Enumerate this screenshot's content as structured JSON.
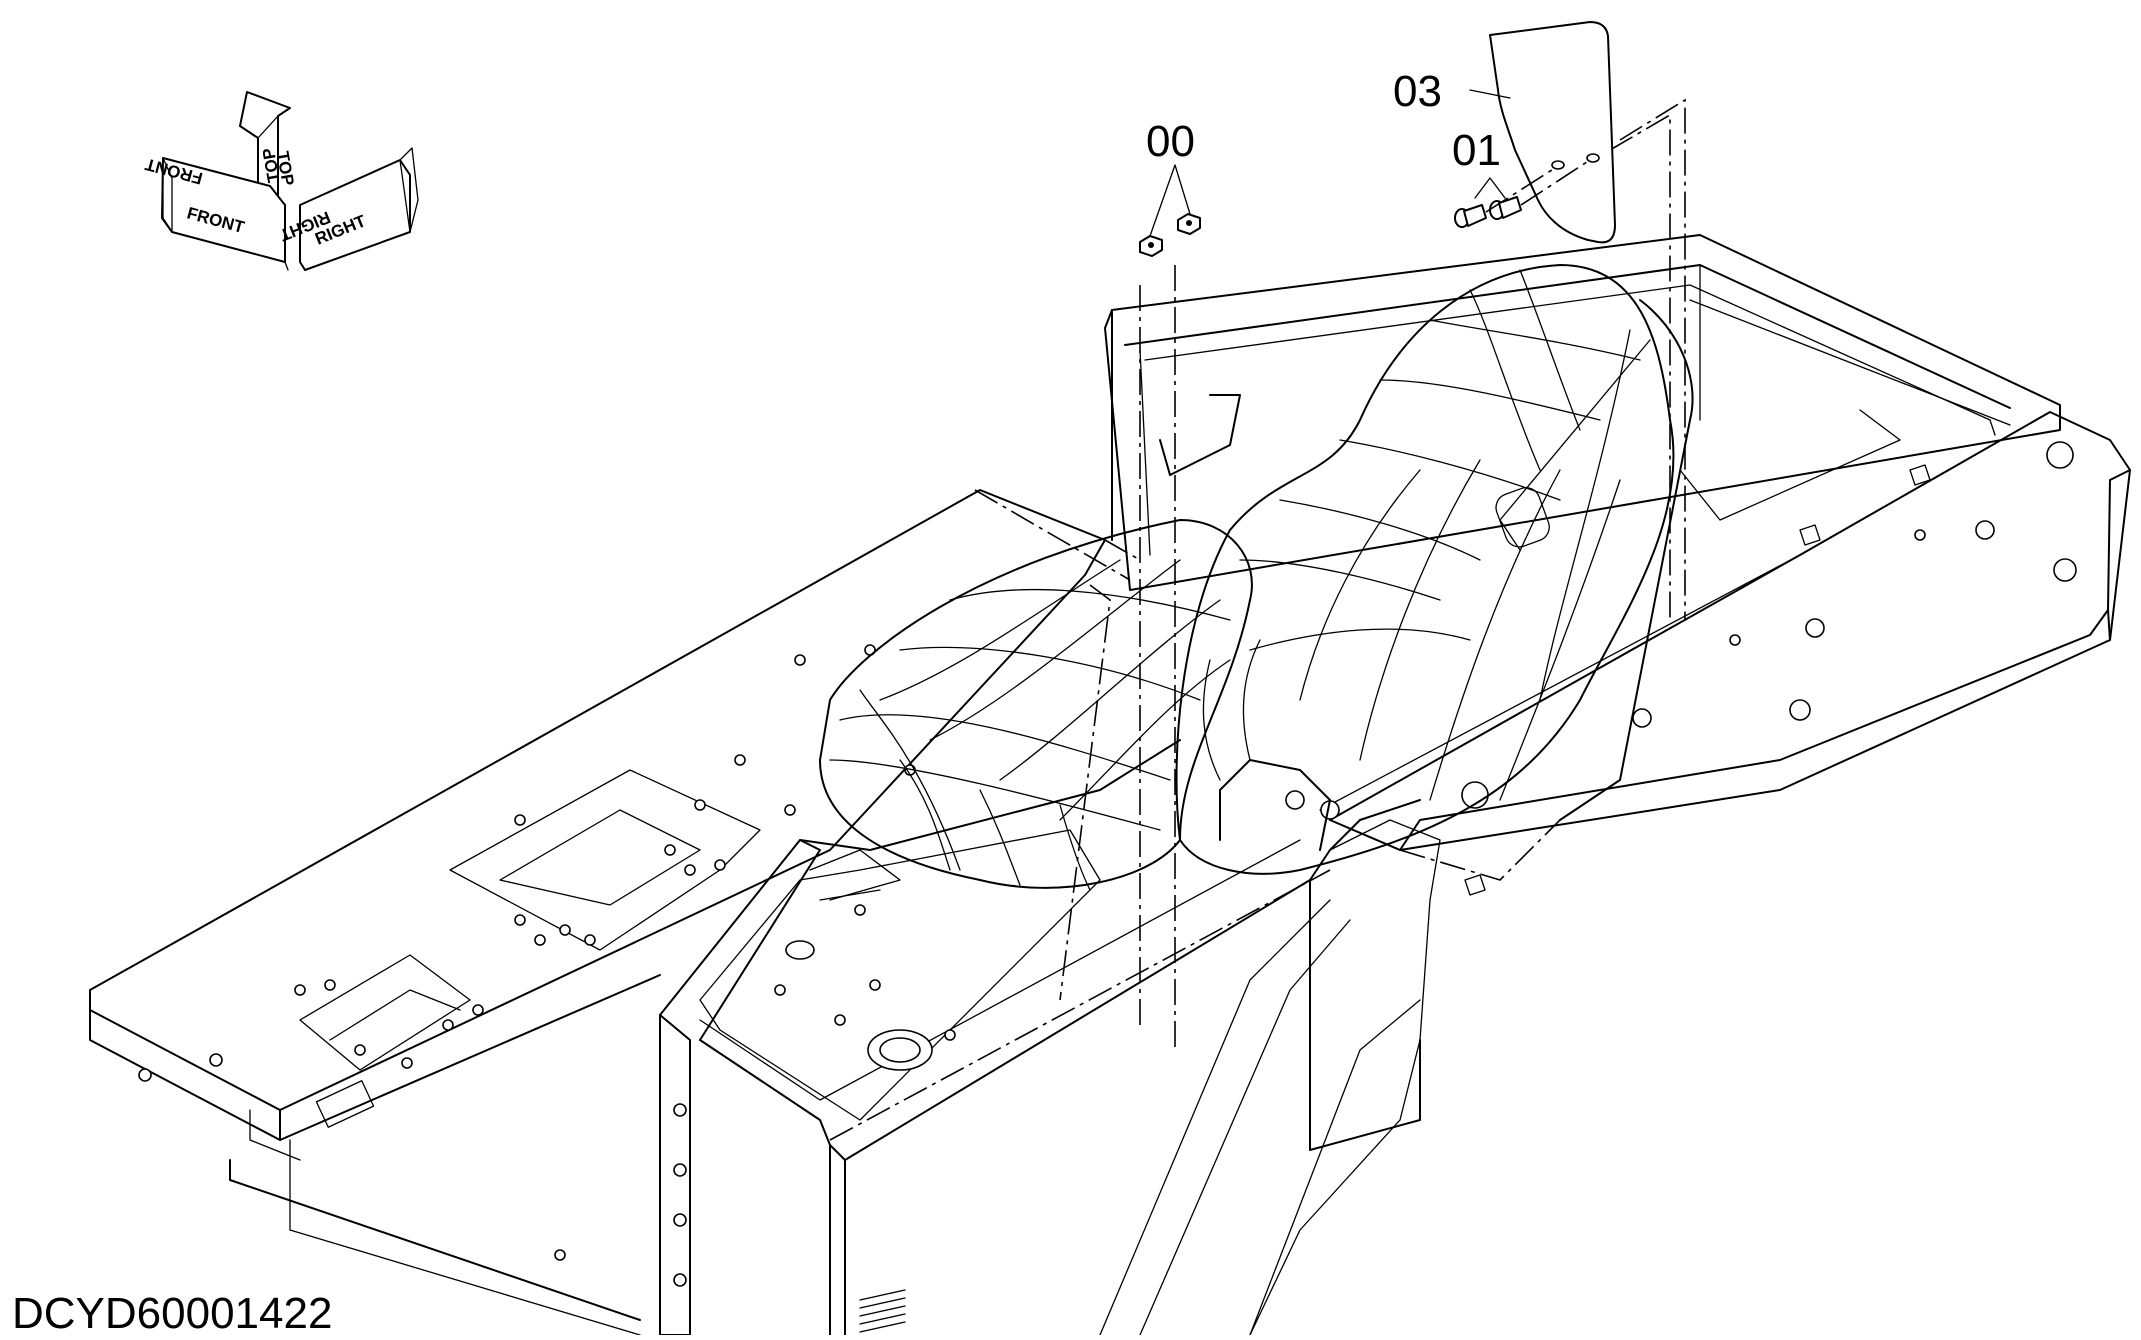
{
  "drawing": {
    "document_id": "DCYD60001422",
    "callouts": [
      {
        "id": "callout-00",
        "label": "00"
      },
      {
        "id": "callout-01",
        "label": "01"
      },
      {
        "id": "callout-03",
        "label": "03"
      }
    ],
    "orientation": {
      "front": "FRONT",
      "top": "TOP",
      "right": "RIGHT"
    }
  }
}
